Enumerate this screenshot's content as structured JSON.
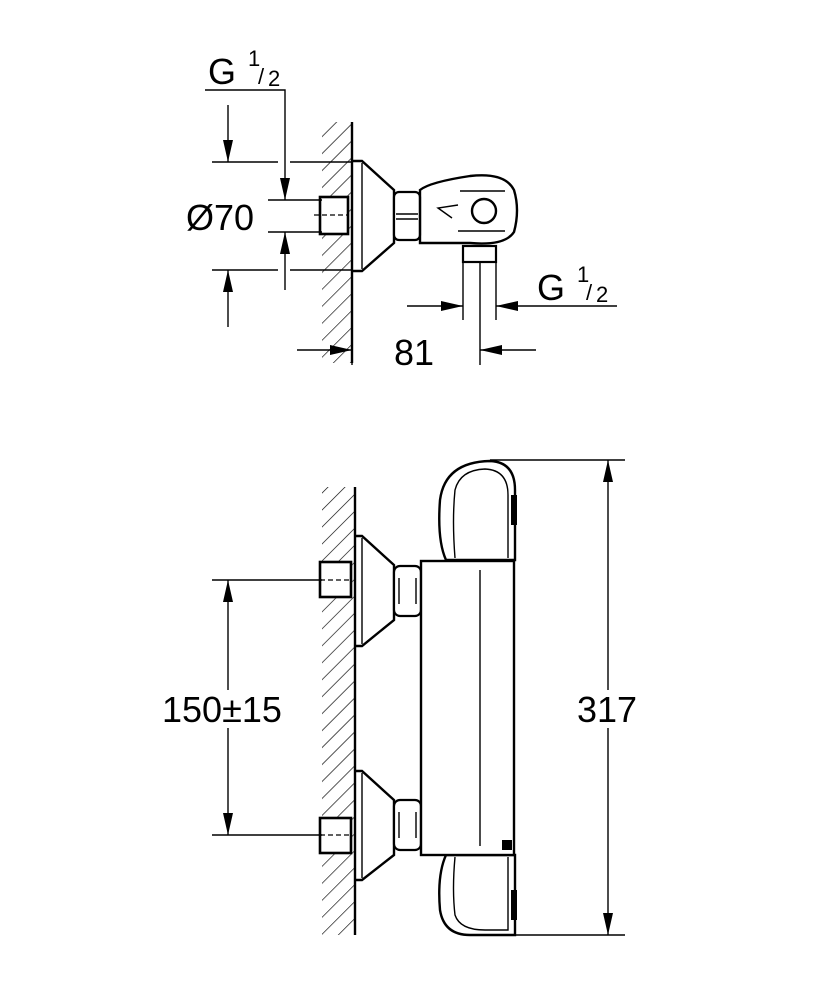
{
  "top_view": {
    "inlet_thread": {
      "main": "G",
      "num": "1",
      "den": "2"
    },
    "diameter_label": "Ø70",
    "outlet_thread": {
      "main": "G",
      "num": "1",
      "den": "2"
    },
    "depth_label": "81"
  },
  "front_view": {
    "center_distance_label": "150±15",
    "height_label": "317"
  }
}
